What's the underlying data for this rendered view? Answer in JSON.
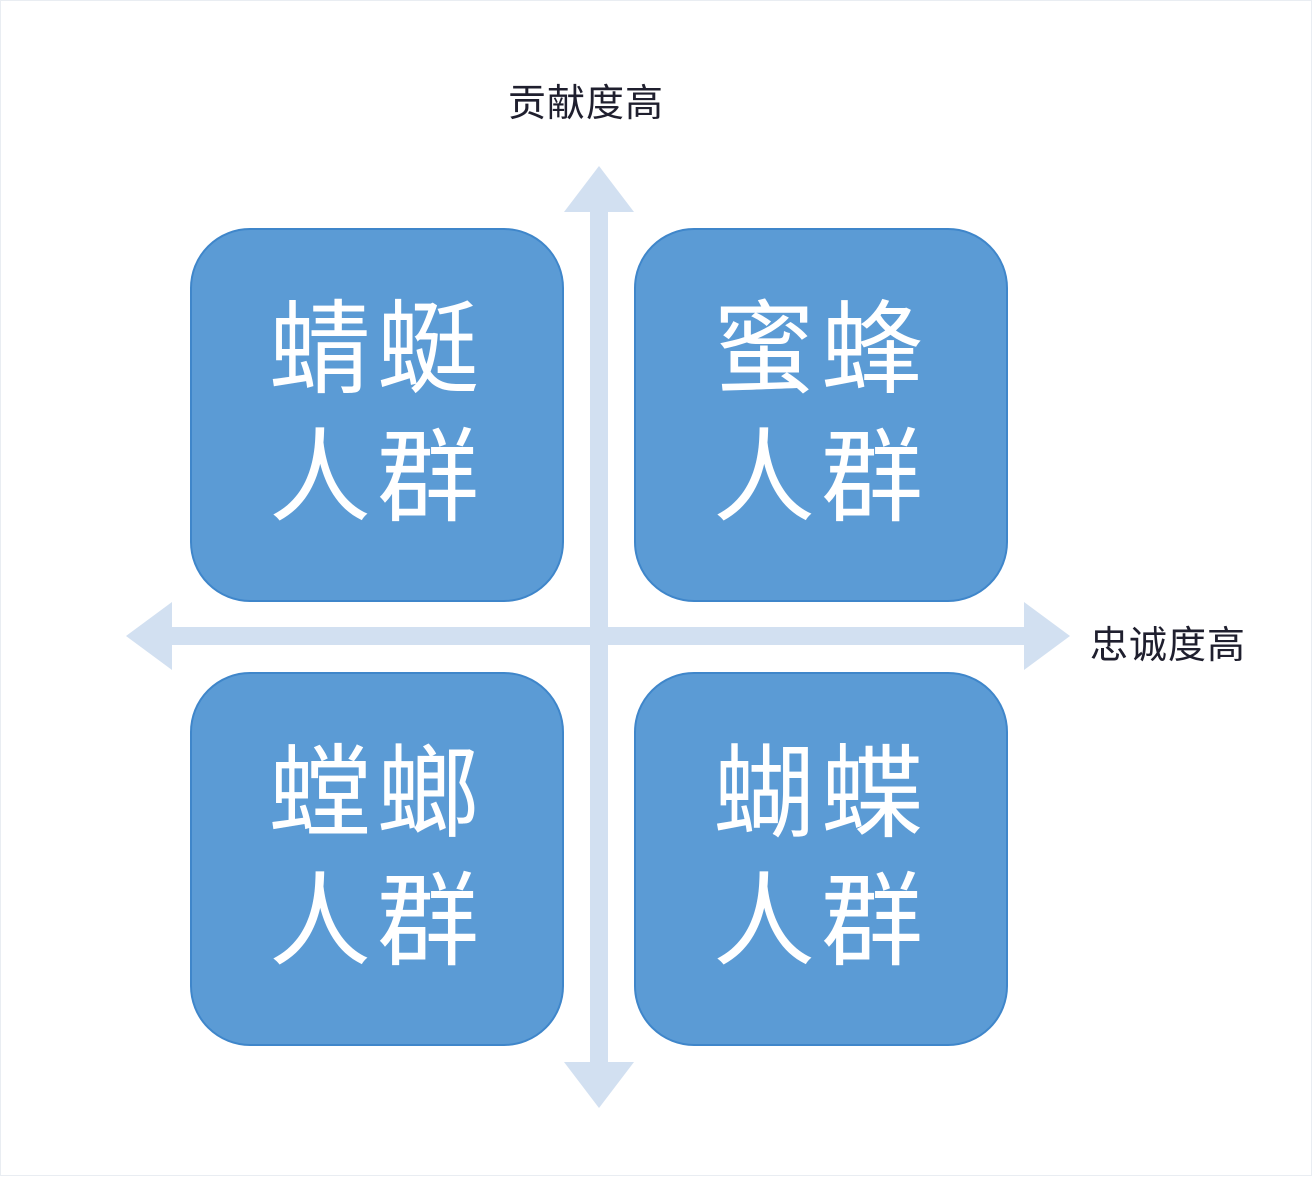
{
  "axis_labels": {
    "y_high": "贡献度高",
    "x_high": "忠诚度高"
  },
  "quadrants": {
    "top_left": {
      "name": "蜻蜓",
      "suffix": "人群"
    },
    "top_right": {
      "name": "蜜蜂",
      "suffix": "人群"
    },
    "bottom_left": {
      "name": "螳螂",
      "suffix": "人群"
    },
    "bottom_right": {
      "name": "蝴蝶",
      "suffix": "人群"
    }
  },
  "colors": {
    "quadrant_fill": "#5b9bd5",
    "quadrant_border": "#3f86ca",
    "axis_arrow": "#d2e0f1",
    "label_text": "#1f1f2e",
    "quadrant_text": "#ffffff"
  }
}
